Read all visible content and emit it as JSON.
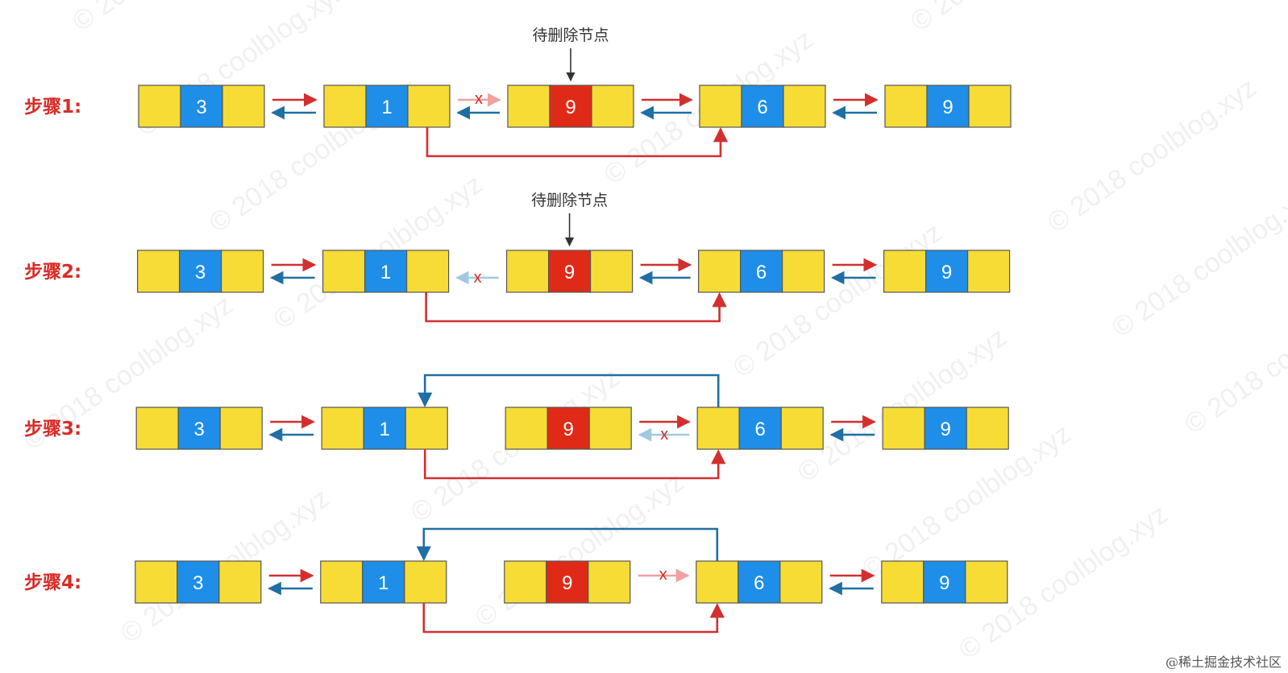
{
  "colors": {
    "node_side": "#f7dc35",
    "node_center": "#1e8ee8",
    "node_delete": "#e02a18",
    "border": "#555555",
    "arrow_next": "#d32f2f",
    "arrow_prev": "#1f6fa4",
    "link_new_next": "#d32f2f",
    "link_new_prev": "#1f6fa4",
    "label": "#d92b26"
  },
  "diagram": {
    "pending_label": "待删除节点",
    "x_mark": "x",
    "watermark_text": "© 2018 coolblog.xyz",
    "credit": "@稀土掘金技术社区",
    "steps": [
      {
        "label": "步骤1:",
        "nodes": [
          "3",
          "1",
          "9",
          "6",
          "9"
        ],
        "show_pending_label": true,
        "gap2": "both-prev-next-faded",
        "gap3": "both",
        "bottom_link": true,
        "top_link": false
      },
      {
        "label": "步骤2:",
        "nodes": [
          "3",
          "1",
          "9",
          "6",
          "9"
        ],
        "show_pending_label": true,
        "gap2": "prev-faded",
        "gap3": "both",
        "bottom_link": true,
        "top_link": false
      },
      {
        "label": "步骤3:",
        "nodes": [
          "3",
          "1",
          "9",
          "6",
          "9"
        ],
        "show_pending_label": false,
        "gap2": "none",
        "gap3": "next-prev-faded",
        "bottom_link": true,
        "top_link": true
      },
      {
        "label": "步骤4:",
        "nodes": [
          "3",
          "1",
          "9",
          "6",
          "9"
        ],
        "show_pending_label": false,
        "gap2": "none",
        "gap3": "next-faded",
        "bottom_link": true,
        "top_link": true
      }
    ]
  }
}
